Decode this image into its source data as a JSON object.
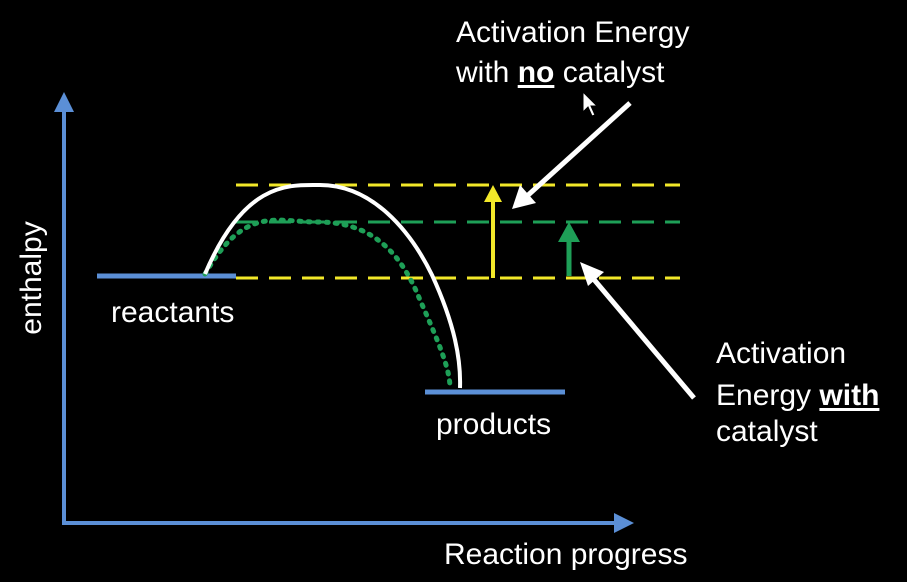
{
  "colors": {
    "background": "#000000",
    "axis": "#5b8fd6",
    "level_line": "#5b8fd6",
    "curve_no_catalyst": "#ffffff",
    "curve_with_catalyst": "#1e9f57",
    "ea_no_catalyst": "#f2e829",
    "ea_with_catalyst": "#1e9f57",
    "callout_arrow": "#ffffff",
    "text": "#ffffff"
  },
  "axes": {
    "y_label": "enthalpy",
    "x_label": "Reaction progress"
  },
  "levels": {
    "reactants": "reactants",
    "products": "products"
  },
  "callout_no_catalyst": {
    "line1": "Activation Energy",
    "line2_pre": "with",
    "line2_emph": "no",
    "line2_post": "catalyst"
  },
  "callout_with_catalyst": {
    "line1": "Activation",
    "line2_pre": "Energy",
    "line2_emph": "with",
    "line3": "catalyst"
  },
  "icons": [
    "mouse-cursor-icon"
  ]
}
